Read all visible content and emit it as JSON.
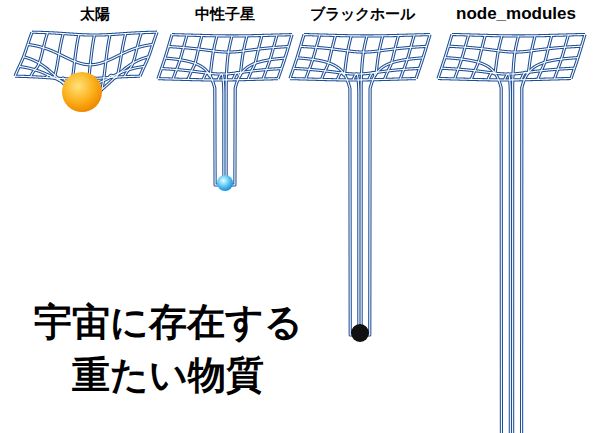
{
  "diagram": {
    "title": "宇宙に存在する 重たい物質",
    "labels": [
      "太陽",
      "中性子星",
      "ブラックホール",
      "node_modules"
    ]
  }
}
